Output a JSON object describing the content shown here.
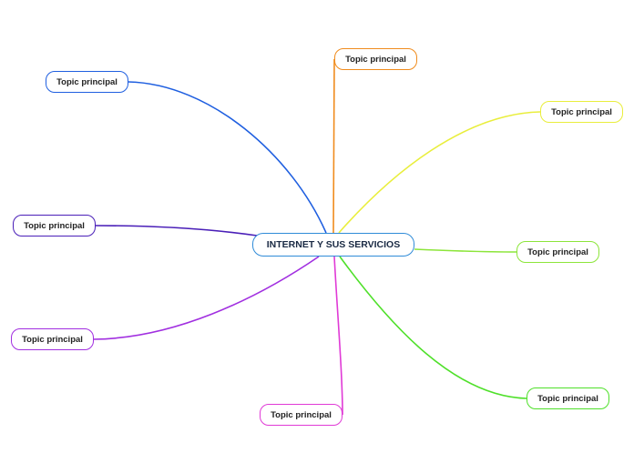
{
  "central": {
    "label": "INTERNET Y SUS SERVICIOS",
    "color": "#2f8bd8"
  },
  "topics": [
    {
      "id": "t1",
      "label": "Topic principal",
      "color": "#1f5fe0"
    },
    {
      "id": "t2",
      "label": "Topic principal",
      "color": "#f08c1e"
    },
    {
      "id": "t3",
      "label": "Topic principal",
      "color": "#e9ee3c"
    },
    {
      "id": "t4",
      "label": "Topic principal",
      "color": "#4a1fb8"
    },
    {
      "id": "t5",
      "label": "Topic principal",
      "color": "#8ce53a"
    },
    {
      "id": "t6",
      "label": "Topic principal",
      "color": "#a12fe0"
    },
    {
      "id": "t7",
      "label": "Topic principal",
      "color": "#4fe02a"
    },
    {
      "id": "t8",
      "label": "Topic principal",
      "color": "#e03ad6"
    }
  ]
}
